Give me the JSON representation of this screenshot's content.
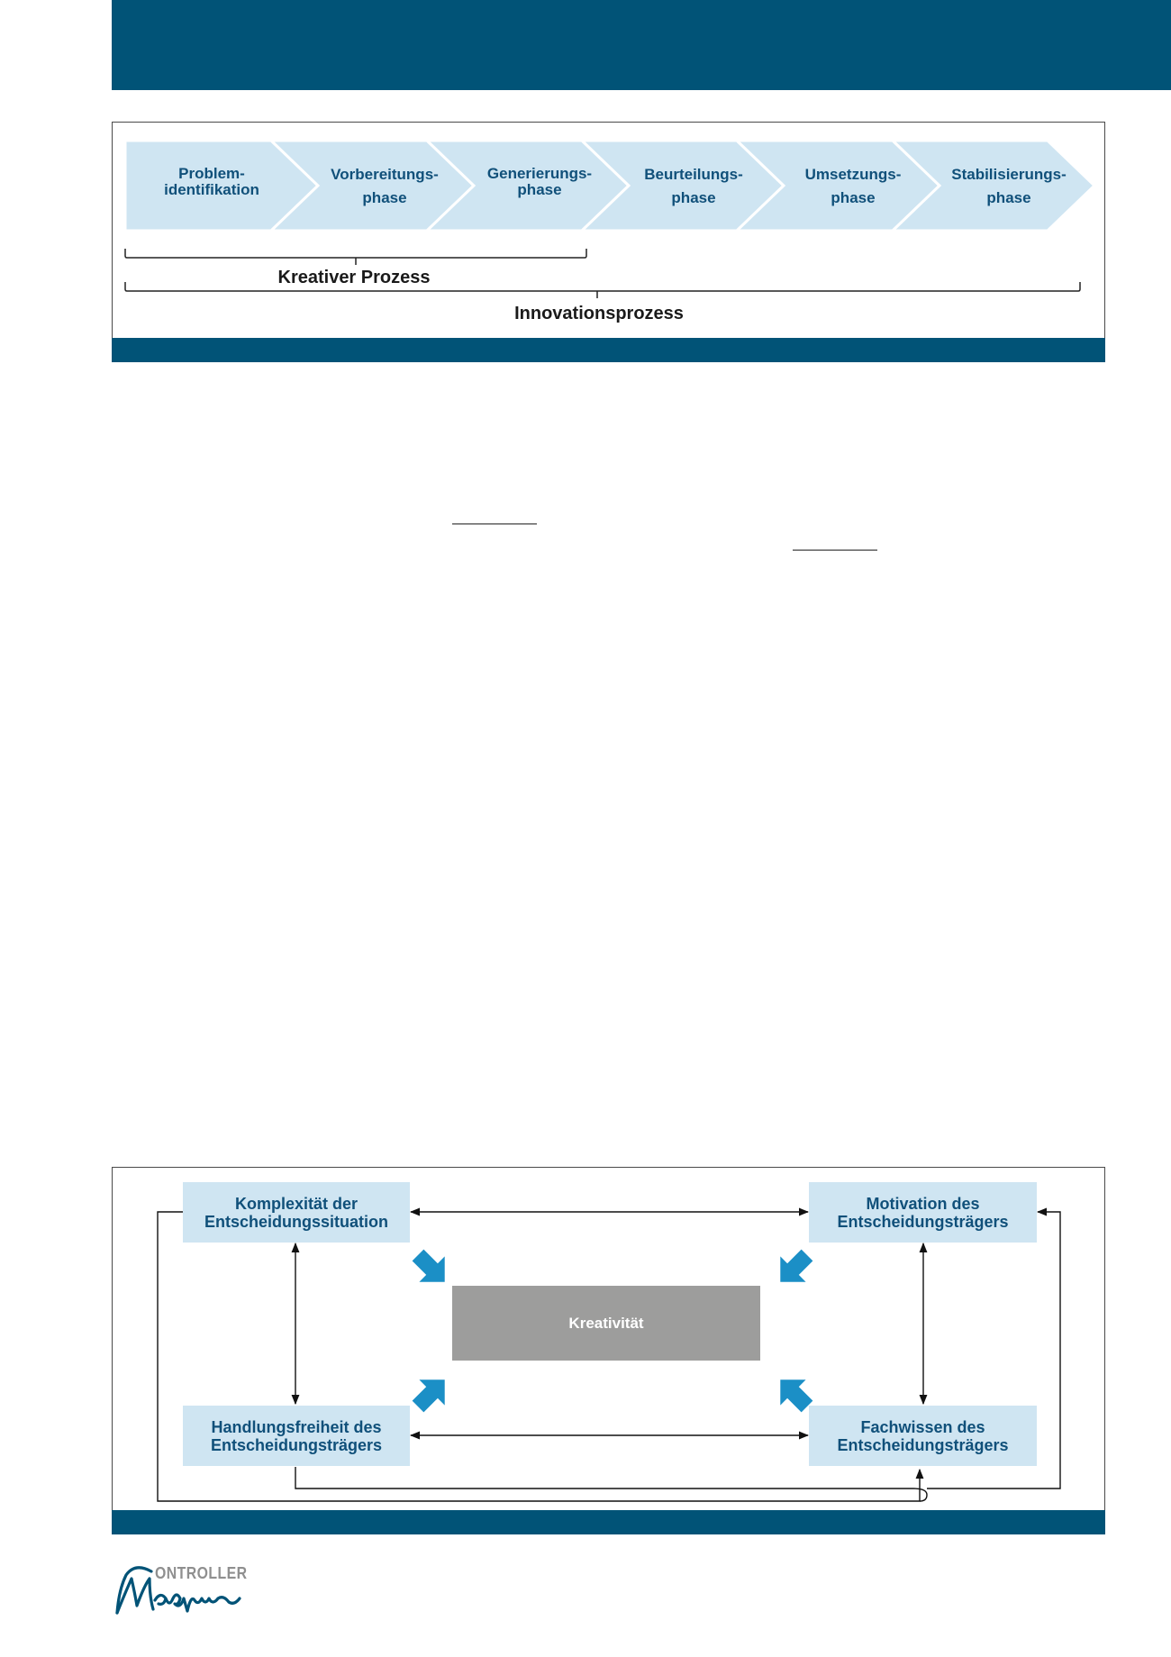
{
  "figure1": {
    "phases": [
      {
        "line1": "Problem-",
        "line2": "identifikation"
      },
      {
        "line1": "Vorbereitungs-",
        "line2": "phase"
      },
      {
        "line1": "Generierungs-",
        "line2": "phase"
      },
      {
        "line1": "Beurteilungs-",
        "line2": "phase"
      },
      {
        "line1": "Umsetzungs-",
        "line2": "phase"
      },
      {
        "line1": "Stabilisierungs-",
        "line2": "phase"
      }
    ],
    "bracket_short_label": "Kreativer Prozess",
    "bracket_long_label": "Innovationsprozess"
  },
  "figure2": {
    "top_left": {
      "line1": "Komplexität der",
      "line2": "Entscheidungssituation"
    },
    "top_right": {
      "line1": "Motivation des",
      "line2": "Entscheidungsträgers"
    },
    "bottom_left": {
      "line1": "Handlungsfreiheit des",
      "line2": "Entscheidungsträgers"
    },
    "bottom_right": {
      "line1": "Fachwissen des",
      "line2": "Entscheidungsträgers"
    },
    "center": "Kreativität"
  },
  "logo": {
    "word": "ONTROLLER"
  },
  "colors": {
    "banner": "#015377",
    "phase_fill": "#cfe5f2",
    "phase_text": "#10507a",
    "arrow_accent": "#1b8fc6",
    "center_fill": "#9d9d9c"
  }
}
